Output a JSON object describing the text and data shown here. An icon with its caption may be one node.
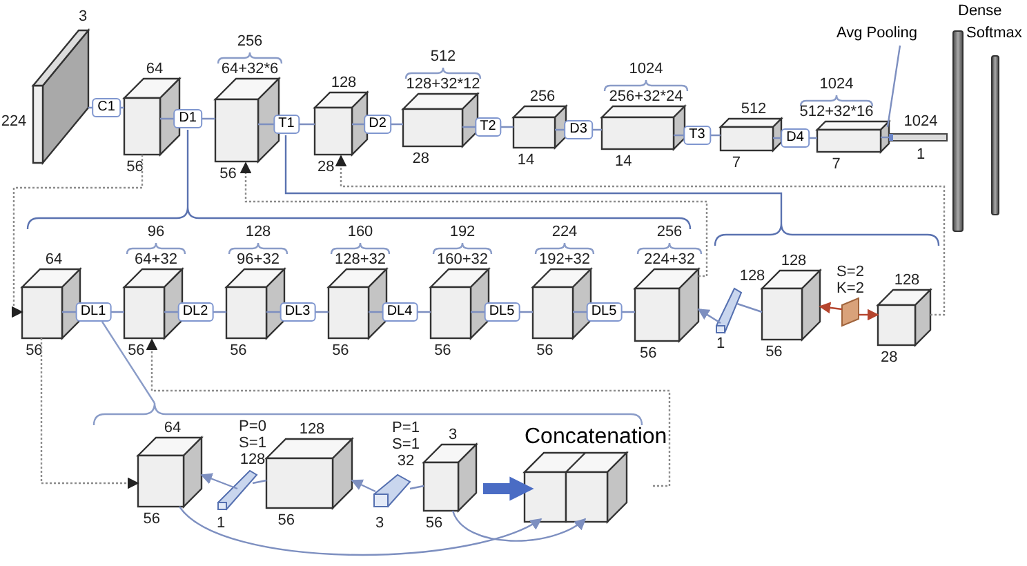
{
  "diagram": {
    "nodes": [
      {
        "text": [],
        "shape": "box",
        "beside": [
          "3",
          "224"
        ]
      },
      {
        "text": [],
        "shape": "cube",
        "beside": [
          "64",
          "56"
        ]
      },
      {
        "text": [],
        "shape": "cube",
        "beside": [
          "256",
          "64+32*6",
          "56"
        ]
      },
      {
        "text": [],
        "shape": "cube",
        "beside": [
          "128",
          "28"
        ]
      },
      {
        "text": [],
        "shape": "cube",
        "beside": [
          "512",
          "128+32*12",
          "28"
        ]
      },
      {
        "text": [],
        "shape": "cube",
        "beside": [
          "256",
          "14"
        ]
      },
      {
        "text": [],
        "shape": "cube",
        "beside": [
          "1024",
          "256+32*24",
          "14"
        ]
      },
      {
        "text": [],
        "shape": "cube",
        "beside": [
          "512",
          "7"
        ]
      },
      {
        "text": [],
        "shape": "cube",
        "beside": [
          "1024",
          "512+32*16",
          "7"
        ]
      },
      {
        "text": [],
        "shape": "bar",
        "beside": [
          "1024",
          "1"
        ]
      },
      {
        "text": [
          "Avg Pooling"
        ]
      },
      {
        "text": [
          "Dense"
        ]
      },
      {
        "text": [
          "Softmax"
        ]
      },
      {
        "text": [],
        "shape": "cube",
        "beside": [
          "64",
          "56"
        ]
      },
      {
        "text": [],
        "shape": "cube",
        "beside": [
          "96",
          "64+32",
          "56"
        ]
      },
      {
        "text": [],
        "shape": "cube",
        "beside": [
          "128",
          "96+32",
          "56"
        ]
      },
      {
        "text": [],
        "shape": "cube",
        "beside": [
          "160",
          "128+32",
          "56"
        ]
      },
      {
        "text": [],
        "shape": "cube",
        "beside": [
          "192",
          "160+32",
          "56"
        ]
      },
      {
        "text": [],
        "shape": "cube",
        "beside": [
          "224",
          "192+32",
          "56"
        ]
      },
      {
        "text": [],
        "shape": "cube",
        "beside": [
          "256",
          "224+32",
          "56"
        ]
      },
      {
        "text": [],
        "shape": "bar",
        "beside": [
          "128",
          "1"
        ]
      },
      {
        "text": [],
        "shape": "cube",
        "beside": [
          "128",
          "56"
        ]
      },
      {
        "text": [],
        "shape": "box",
        "beside": [
          "S=2",
          "K=2"
        ]
      },
      {
        "text": [],
        "shape": "cube",
        "beside": [
          "128",
          "28"
        ]
      },
      {
        "text": [],
        "shape": "cube",
        "beside": [
          "64",
          "56"
        ]
      },
      {
        "text": [],
        "shape": "bar",
        "beside": [
          "P=0",
          "S=1",
          "128",
          "1"
        ]
      },
      {
        "text": [],
        "shape": "cube",
        "beside": [
          "128",
          "56"
        ]
      },
      {
        "text": [],
        "shape": "bar",
        "beside": [
          "P=1",
          "S=1",
          "32",
          "3"
        ]
      },
      {
        "text": [],
        "shape": "cube",
        "beside": [
          "3",
          "56"
        ]
      },
      {
        "text": [
          "Concatenation"
        ]
      }
    ],
    "edges": [
      {
        "from": 0,
        "to": 1,
        "arrow": "none",
        "label": "C1"
      },
      {
        "from": 1,
        "to": 2,
        "arrow": "none",
        "label": "D1"
      },
      {
        "from": 2,
        "to": 3,
        "arrow": "none",
        "label": "T1"
      },
      {
        "from": 3,
        "to": 4,
        "arrow": "none",
        "label": "D2"
      },
      {
        "from": 4,
        "to": 5,
        "arrow": "none",
        "label": "T2"
      },
      {
        "from": 5,
        "to": 6,
        "arrow": "none",
        "label": "D3"
      },
      {
        "from": 6,
        "to": 7,
        "arrow": "none",
        "label": "T3"
      },
      {
        "from": 7,
        "to": 8,
        "arrow": "none",
        "label": "D4"
      },
      {
        "from": 8,
        "to": 9,
        "arrow": "none"
      },
      {
        "from": 10,
        "to": 8,
        "arrow": "none"
      },
      {
        "from": 13,
        "to": 14,
        "arrow": "none",
        "label": "DL1"
      },
      {
        "from": 14,
        "to": 15,
        "arrow": "none",
        "label": "DL2"
      },
      {
        "from": 15,
        "to": 16,
        "arrow": "none",
        "label": "DL3"
      },
      {
        "from": 16,
        "to": 17,
        "arrow": "none",
        "label": "DL4"
      },
      {
        "from": 17,
        "to": 18,
        "arrow": "none",
        "label": "DL5"
      },
      {
        "from": 18,
        "to": 19,
        "arrow": "none",
        "label": "DL5"
      },
      {
        "from": 21,
        "to": 20,
        "arrow": "none"
      },
      {
        "from": 20,
        "to": 19,
        "arrow": "to"
      },
      {
        "from": 22,
        "to": 21,
        "arrow": "to",
        "color": "#b5452e"
      },
      {
        "from": 22,
        "to": 23,
        "arrow": "to",
        "color": "#b5452e"
      },
      {
        "from": 1,
        "to": 13,
        "arrow": "to",
        "style": "dashed",
        "color": "#8c8c8c"
      },
      {
        "from": 19,
        "to": 2,
        "arrow": "to",
        "style": "dashed",
        "color": "#8c8c8c"
      },
      {
        "from": 23,
        "to": 3,
        "arrow": "to",
        "style": "dashed",
        "color": "#8c8c8c"
      },
      {
        "from": 26,
        "to": 25,
        "arrow": "none"
      },
      {
        "from": 25,
        "to": 24,
        "arrow": "to"
      },
      {
        "from": 28,
        "to": 27,
        "arrow": "none"
      },
      {
        "from": 27,
        "to": 26,
        "arrow": "to"
      },
      {
        "from": 28,
        "to": 29,
        "arrow": "to",
        "style": "thick",
        "color": "#4a6cc4"
      },
      {
        "from": 24,
        "to": 29,
        "arrow": "to"
      },
      {
        "from": 28,
        "to": 29,
        "arrow": "to"
      },
      {
        "from": 13,
        "to": 24,
        "arrow": "to",
        "style": "dashed",
        "color": "#8c8c8c"
      },
      {
        "from": 29,
        "to": 14,
        "arrow": "to",
        "style": "dashed",
        "color": "#8c8c8c"
      }
    ]
  }
}
